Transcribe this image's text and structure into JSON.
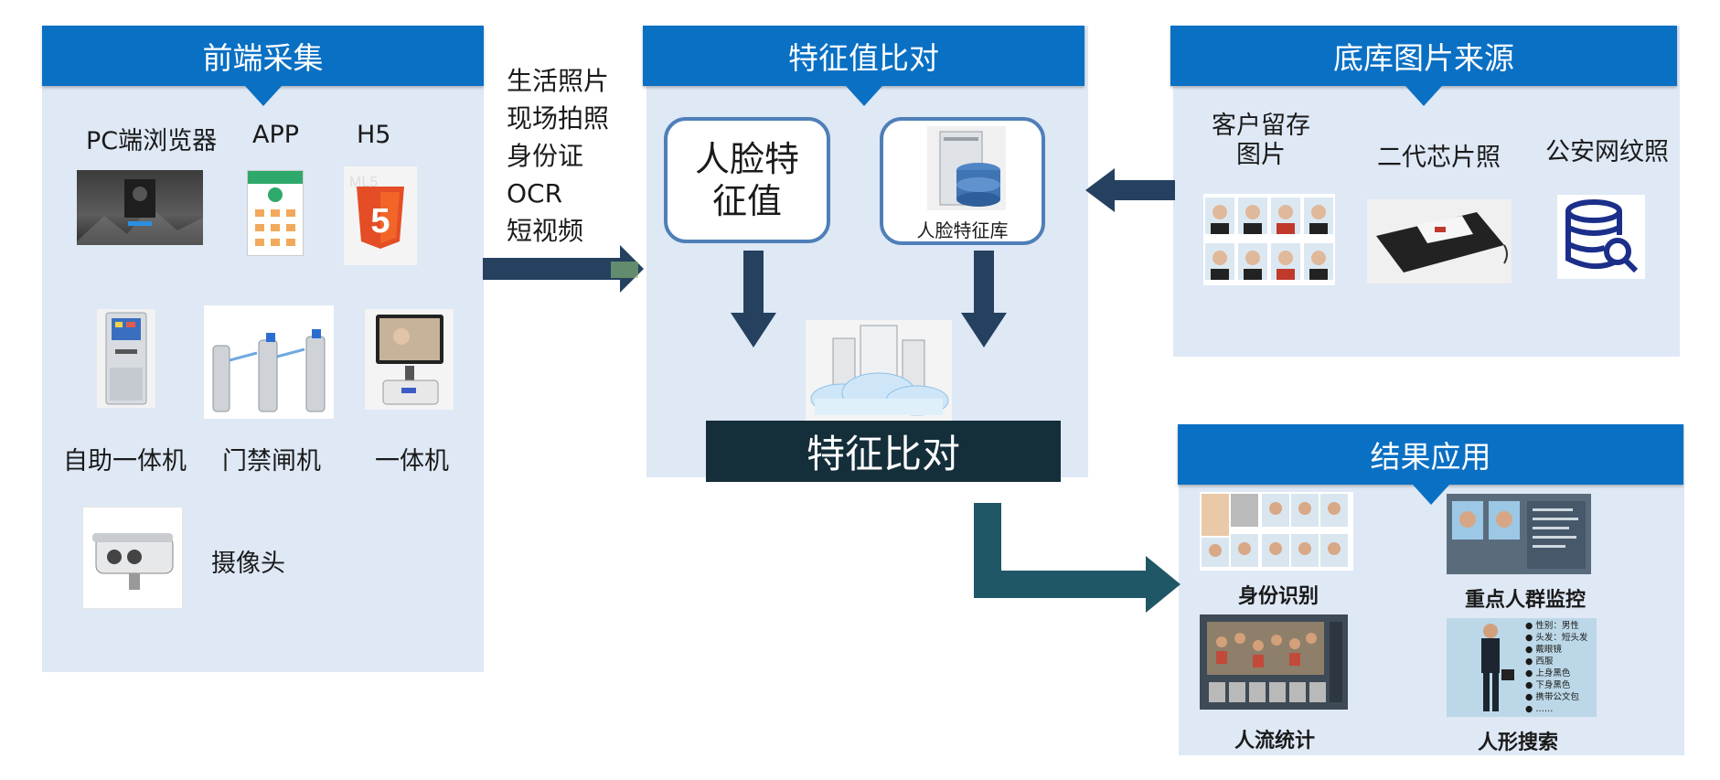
{
  "frontend": {
    "title": "前端采集",
    "items": [
      {
        "label": "PC端浏览器",
        "icon": "browser-screenshot"
      },
      {
        "label": "APP",
        "icon": "mobile-app"
      },
      {
        "label": "H5",
        "icon": "html5-logo"
      },
      {
        "label": "自助一体机",
        "icon": "kiosk"
      },
      {
        "label": "门禁闸机",
        "icon": "turnstile-gates"
      },
      {
        "label": "一体机",
        "icon": "pos-terminal"
      },
      {
        "label": "摄像头",
        "icon": "security-camera"
      }
    ]
  },
  "inputs": [
    "生活照片",
    "现场拍照",
    "身份证",
    "OCR",
    "短视频"
  ],
  "h5_logo_text": "5",
  "comparison": {
    "title": "特征值比对",
    "face_feature": "人脸特\n征值",
    "face_db": "人脸特征库",
    "result_bar": "特征比对"
  },
  "source": {
    "title": "底库图片来源",
    "items": [
      {
        "label": "客户留存\n图片",
        "icon": "id-photo-grid"
      },
      {
        "label": "二代芯片照",
        "icon": "card-reader"
      },
      {
        "label": "公安网纹照",
        "icon": "database-search-icon"
      }
    ]
  },
  "results": {
    "title": "结果应用",
    "items": [
      {
        "label": "身份识别",
        "icon": "face-grid"
      },
      {
        "label": "重点人群监控",
        "icon": "monitoring-screen"
      },
      {
        "label": "人流统计",
        "icon": "crowd-statistics"
      },
      {
        "label": "人形搜索",
        "icon": "person-search"
      }
    ],
    "person_attributes": [
      "性别：男性",
      "头发：短头发",
      "戴眼镜",
      "西服",
      "上身黑色",
      "下身黑色",
      "携带公文包",
      "……"
    ]
  },
  "colors": {
    "header_blue": "#0a70c4",
    "panel_bg": "#dfe8f5",
    "arrow_navy": "#25415f",
    "arrow_teal": "#1f5767",
    "arrow_green": "#a7c98f",
    "bar_dark": "#142e3a"
  }
}
